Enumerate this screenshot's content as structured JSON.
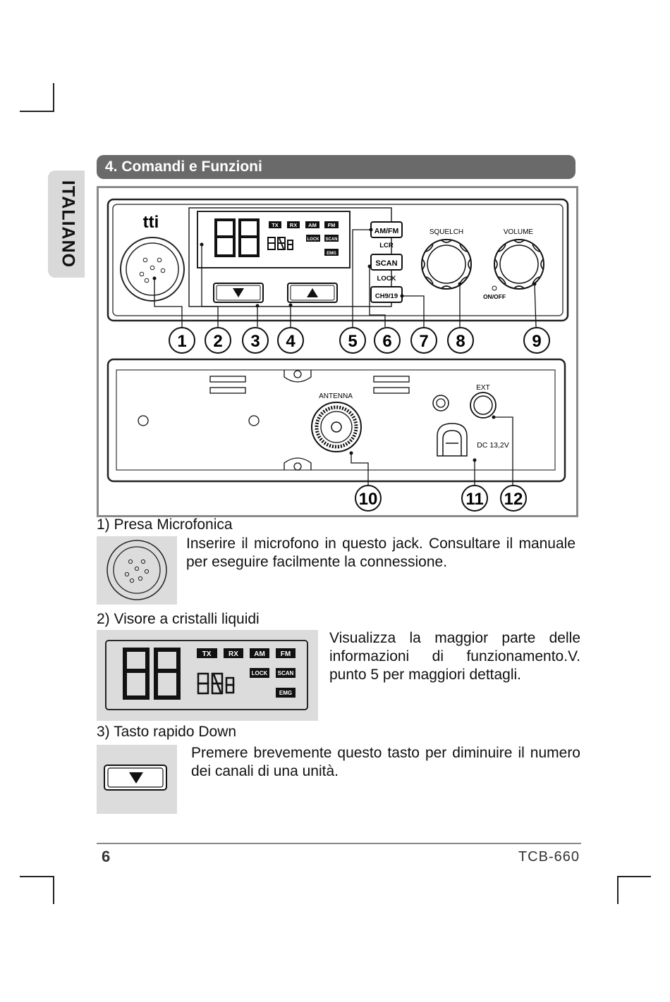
{
  "language_tab": "ITALIANO",
  "section": {
    "title": "4. Comandi e Funzioni"
  },
  "diagram": {
    "brand": "tti",
    "indicators": [
      "TX",
      "RX",
      "AM",
      "FM",
      "LOCK",
      "SCAN",
      "EMG"
    ],
    "buttons": {
      "amfm": "AM/FM",
      "lcr": "LCR",
      "scan": "SCAN",
      "lock": "LOCK",
      "ch919": "CH9/19"
    },
    "labels": {
      "squelch": "SQUELCH",
      "volume": "VOLUME",
      "onoff": "ON/OFF",
      "antenna": "ANTENNA",
      "ext": "EXT",
      "dc": "DC 13,2V"
    },
    "callouts": [
      "1",
      "2",
      "3",
      "4",
      "5",
      "6",
      "7",
      "8",
      "9",
      "10",
      "11",
      "12"
    ]
  },
  "items": [
    {
      "title": "1) Presa Microfonica",
      "text": "Inserire il microfono in questo jack. Consultare il manuale per eseguire facilmente la connessione."
    },
    {
      "title": "2) Visore a cristalli liquidi",
      "text": "Visualizza la maggior parte delle informazioni di funzionamento.V. punto 5 per maggiori dettagli."
    },
    {
      "title": "3) Tasto rapido Down",
      "text": "Premere brevemente questo tasto per diminuire il numero dei canali di una unità."
    }
  ],
  "footer": {
    "page": "6",
    "model": "TCB-660"
  }
}
